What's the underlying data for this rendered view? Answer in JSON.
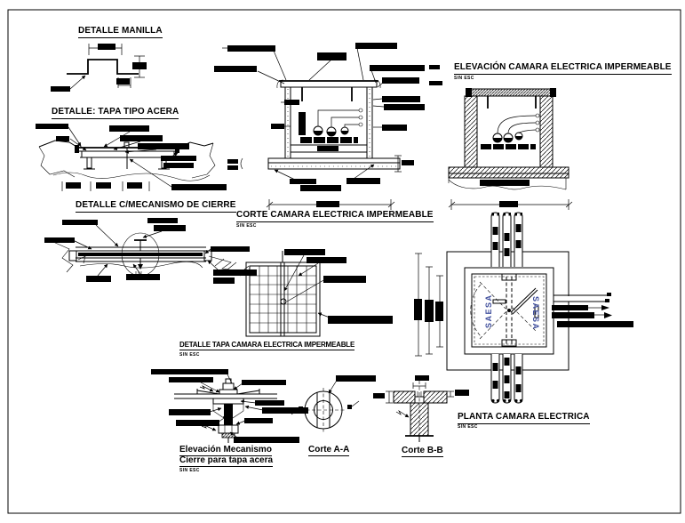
{
  "sheet": {
    "background": "#ffffff",
    "line_color": "#000000"
  },
  "sections": {
    "detalle_manilla": {
      "title": "DETALLE MANILLA"
    },
    "detalle_tapa_tipo_acera": {
      "title": "DETALLE: TAPA TIPO ACERA"
    },
    "detalle_mecanismo_cierre": {
      "title": "DETALLE C/MECANISMO DE CIERRE"
    },
    "corte_camara": {
      "title": "CORTE CAMARA ELECTRICA IMPERMEABLE",
      "scale": "SIN ESC"
    },
    "elevacion_camara": {
      "title": "ELEVACIÓN CAMARA ELECTRICA IMPERMEABLE",
      "scale": "SIN ESC"
    },
    "detalle_tapa_camara": {
      "title": "DETALLE TAPA CAMARA ELECTRICA IMPERMEABLE",
      "scale": "SIN ESC"
    },
    "planta_camara": {
      "title": "PLANTA CAMARA ELECTRICA",
      "scale": "SIN ESC"
    },
    "elevacion_mecanismo": {
      "title_line1": "Elevación Mecanismo",
      "title_line2": "Cierre para tapa acera",
      "scale": "SIN ESC"
    },
    "corte_aa": {
      "title": "Corte A-A"
    },
    "corte_bb": {
      "title": "Corte B-B"
    }
  },
  "plan_view": {
    "lid_text_left": "SAESA",
    "lid_text_right": "SAESA",
    "lid_text_color": "#3f4e9c"
  }
}
